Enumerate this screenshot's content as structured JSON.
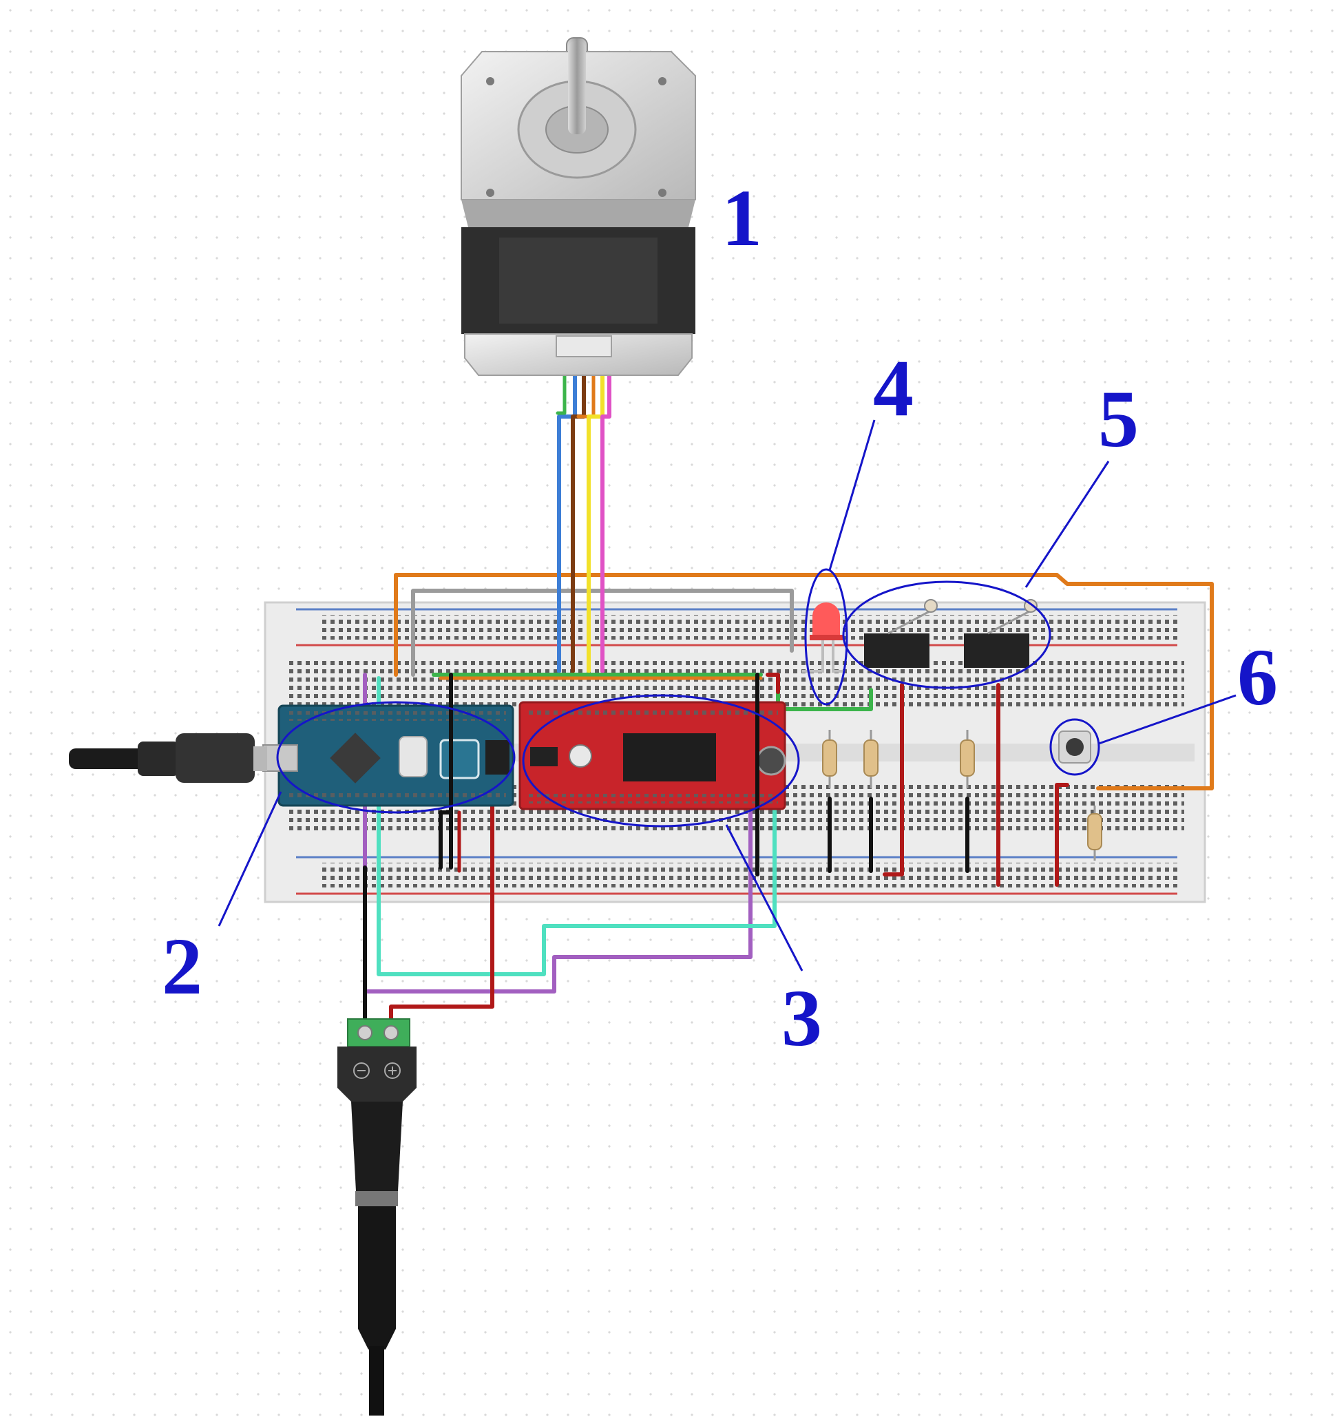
{
  "callouts": [
    {
      "id": "1",
      "label": "1"
    },
    {
      "id": "2",
      "label": "2"
    },
    {
      "id": "3",
      "label": "3"
    },
    {
      "id": "4",
      "label": "4"
    },
    {
      "id": "5",
      "label": "5"
    },
    {
      "id": "6",
      "label": "6"
    }
  ],
  "colors": {
    "callout": "#1515c9",
    "breadboard": "#ededed",
    "rail_red": "#d24a4a",
    "rail_blue": "#5b7fc6",
    "arduino": "#1f5f7a",
    "driver": "#c8242a",
    "motor_body": "#2e2e2e",
    "motor_cap": "#d3d3d3",
    "wire_orange": "#e07a1a",
    "wire_gray": "#9b9b9b",
    "wire_blue": "#3d7ed6",
    "wire_brown": "#7b3b12",
    "wire_yellow": "#f2e12a",
    "wire_pink": "#e052c5",
    "wire_black": "#111111",
    "wire_red": "#b01818",
    "wire_green": "#3cb44b",
    "wire_cyan": "#4fe0c0",
    "wire_purple": "#a25fc0",
    "jack_green": "#3fae5a"
  },
  "components": [
    {
      "id": "stepper-motor",
      "icon": "stepper-motor-icon"
    },
    {
      "id": "arduino-nano",
      "icon": "microcontroller-board-icon"
    },
    {
      "id": "easydriver",
      "icon": "motor-driver-board-icon"
    },
    {
      "id": "red-led",
      "icon": "led-icon"
    },
    {
      "id": "limit-switches",
      "icon": "micro-switch-icon"
    },
    {
      "id": "push-button",
      "icon": "push-button-icon"
    },
    {
      "id": "dc-barrel-jack",
      "icon": "power-jack-icon"
    },
    {
      "id": "usb-cable",
      "icon": "usb-cable-icon"
    }
  ]
}
